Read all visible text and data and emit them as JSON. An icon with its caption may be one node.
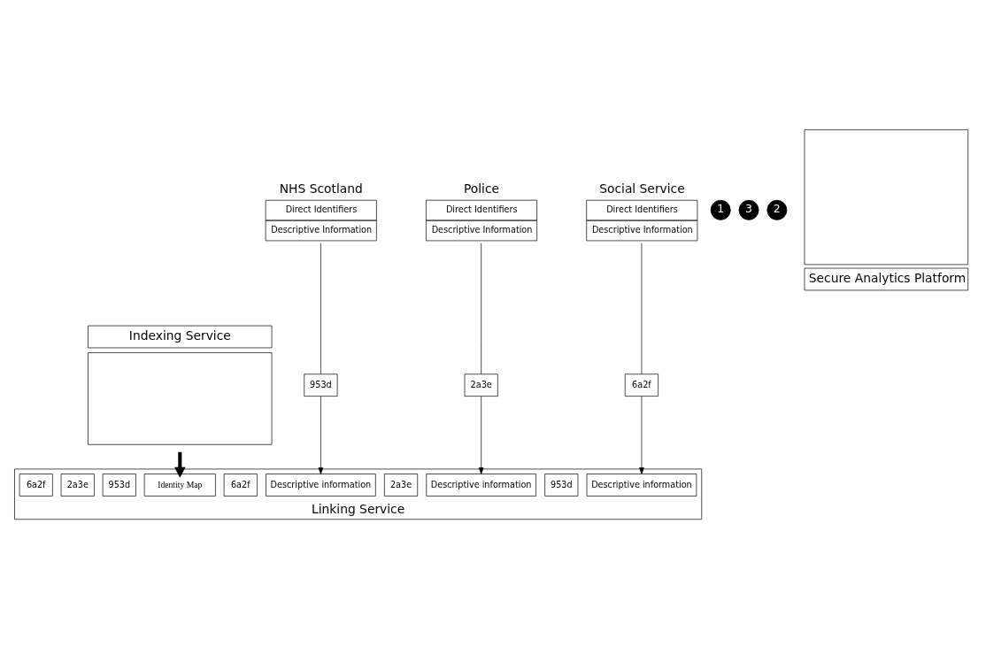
{
  "diagram": {
    "nodes": [
      {
        "text": [
          "Indexing Service"
        ]
      },
      {
        "text": [
          "NHS Scotland",
          "Direct Identifiers",
          "Descriptive Information"
        ]
      },
      {
        "text": [
          "953d"
        ]
      },
      {
        "text": [
          "1"
        ]
      },
      {
        "text": [
          "Police",
          "Direct Identifiers",
          "Descriptive Information"
        ]
      },
      {
        "text": [
          "2a3e"
        ]
      },
      {
        "text": [
          "Social Service",
          "Direct Identifiers",
          "Descriptive Information"
        ]
      },
      {
        "text": [
          "6a2f"
        ]
      },
      {
        "text": [
          "Linking Service"
        ]
      },
      {
        "text": [
          "3"
        ]
      },
      {
        "text": [
          "2"
        ]
      },
      {
        "text": [
          "Descriptive information"
        ],
        "in": 8
      },
      {
        "text": [
          "953d"
        ],
        "in": 8
      },
      {
        "text": [
          "Descriptive information"
        ],
        "in": 8
      },
      {
        "text": [
          "2a3e"
        ],
        "in": 8
      },
      {
        "text": [
          "Descriptive information"
        ],
        "in": 8
      },
      {
        "text": [
          "6a2f"
        ],
        "in": 8
      },
      {
        "text": [
          "Identity Map"
        ],
        "in": 8
      },
      {
        "text": [
          "953d"
        ],
        "in": 8
      },
      {
        "text": [
          "2a3e"
        ],
        "in": 8
      },
      {
        "text": [
          "6a2f"
        ],
        "in": 8
      },
      {
        "text": [
          "Secure Analytics Platform"
        ]
      }
    ],
    "edges": [
      {
        "from": 1,
        "to": 2,
        "arrow": "none"
      },
      {
        "from": 4,
        "to": 5,
        "arrow": "none"
      },
      {
        "from": 6,
        "to": 7,
        "arrow": "none"
      },
      {
        "from": 2,
        "to": 11,
        "arrow": "to"
      },
      {
        "from": 5,
        "to": 13,
        "arrow": "to"
      },
      {
        "from": 7,
        "to": 15,
        "arrow": "to"
      },
      {
        "from": 0,
        "to": 17,
        "arrow": "to",
        "style": "thick"
      }
    ]
  }
}
